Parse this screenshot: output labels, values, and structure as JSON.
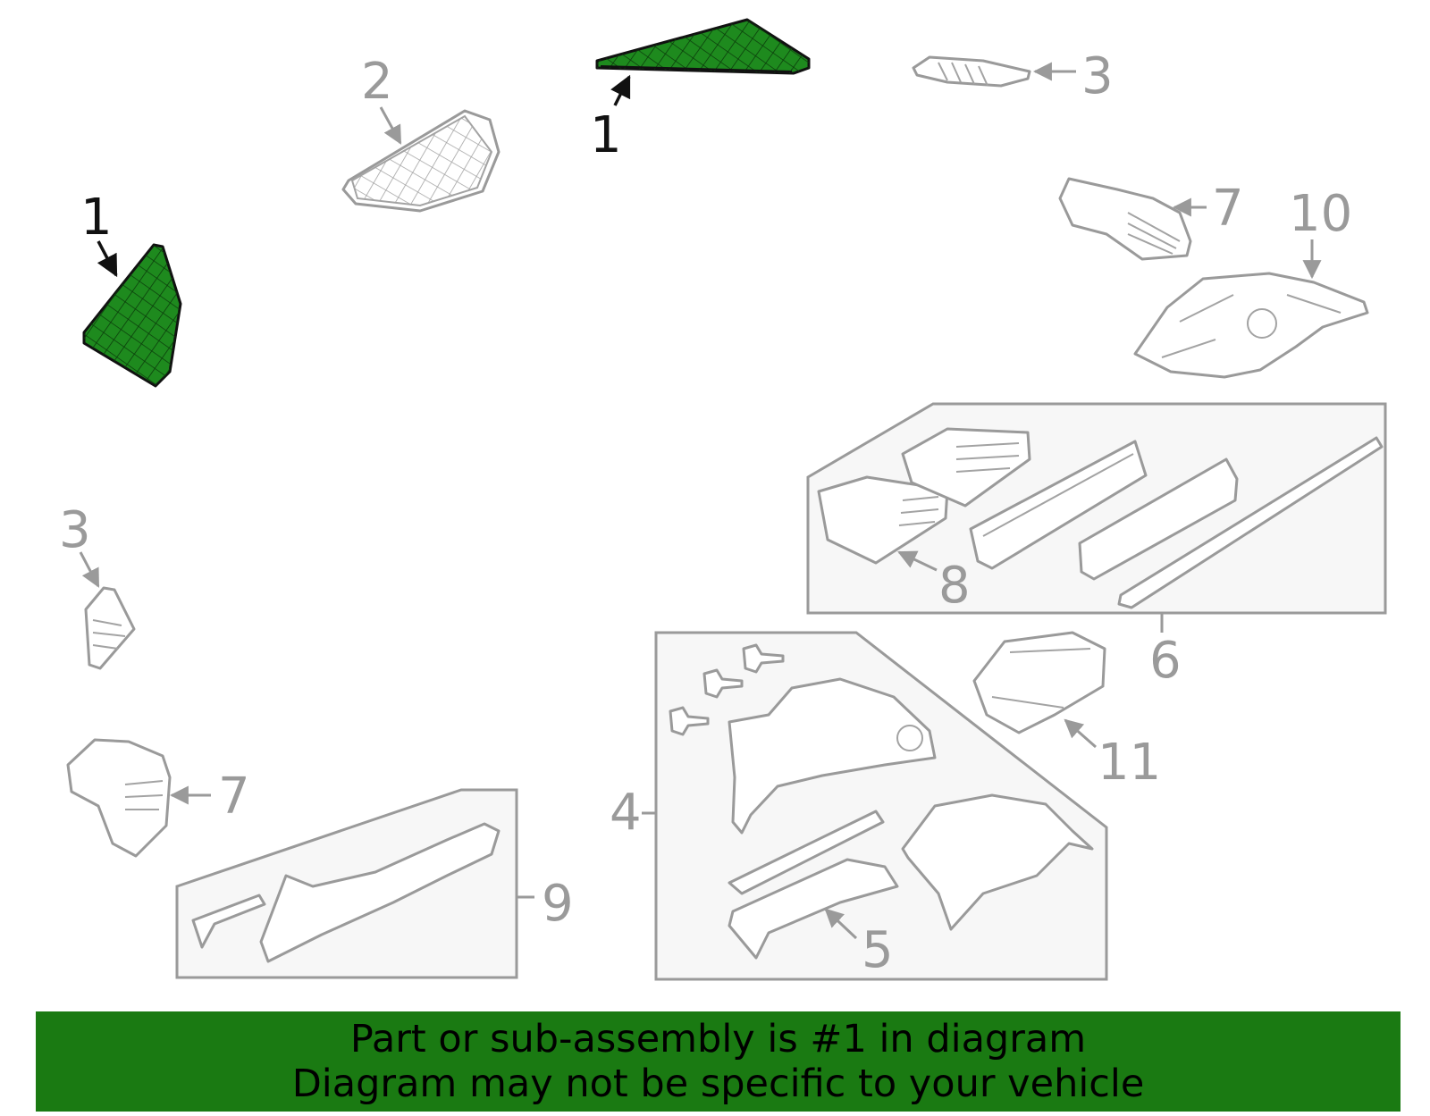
{
  "colors": {
    "highlight": "#1e8a1e",
    "banner": "#1a7a12",
    "outline": "#9a9a9a"
  },
  "callouts": {
    "part1_top": "1",
    "part1_left": "1",
    "part2": "2",
    "part3_top": "3",
    "part3_left": "3",
    "part4": "4",
    "part5": "5",
    "part6": "6",
    "part7_top": "7",
    "part7_left": "7",
    "part8": "8",
    "part9": "9",
    "part10": "10",
    "part11": "11"
  },
  "banner": {
    "line1": "Part or sub-assembly is #1 in diagram",
    "line2": "Diagram may not be specific to your vehicle"
  }
}
